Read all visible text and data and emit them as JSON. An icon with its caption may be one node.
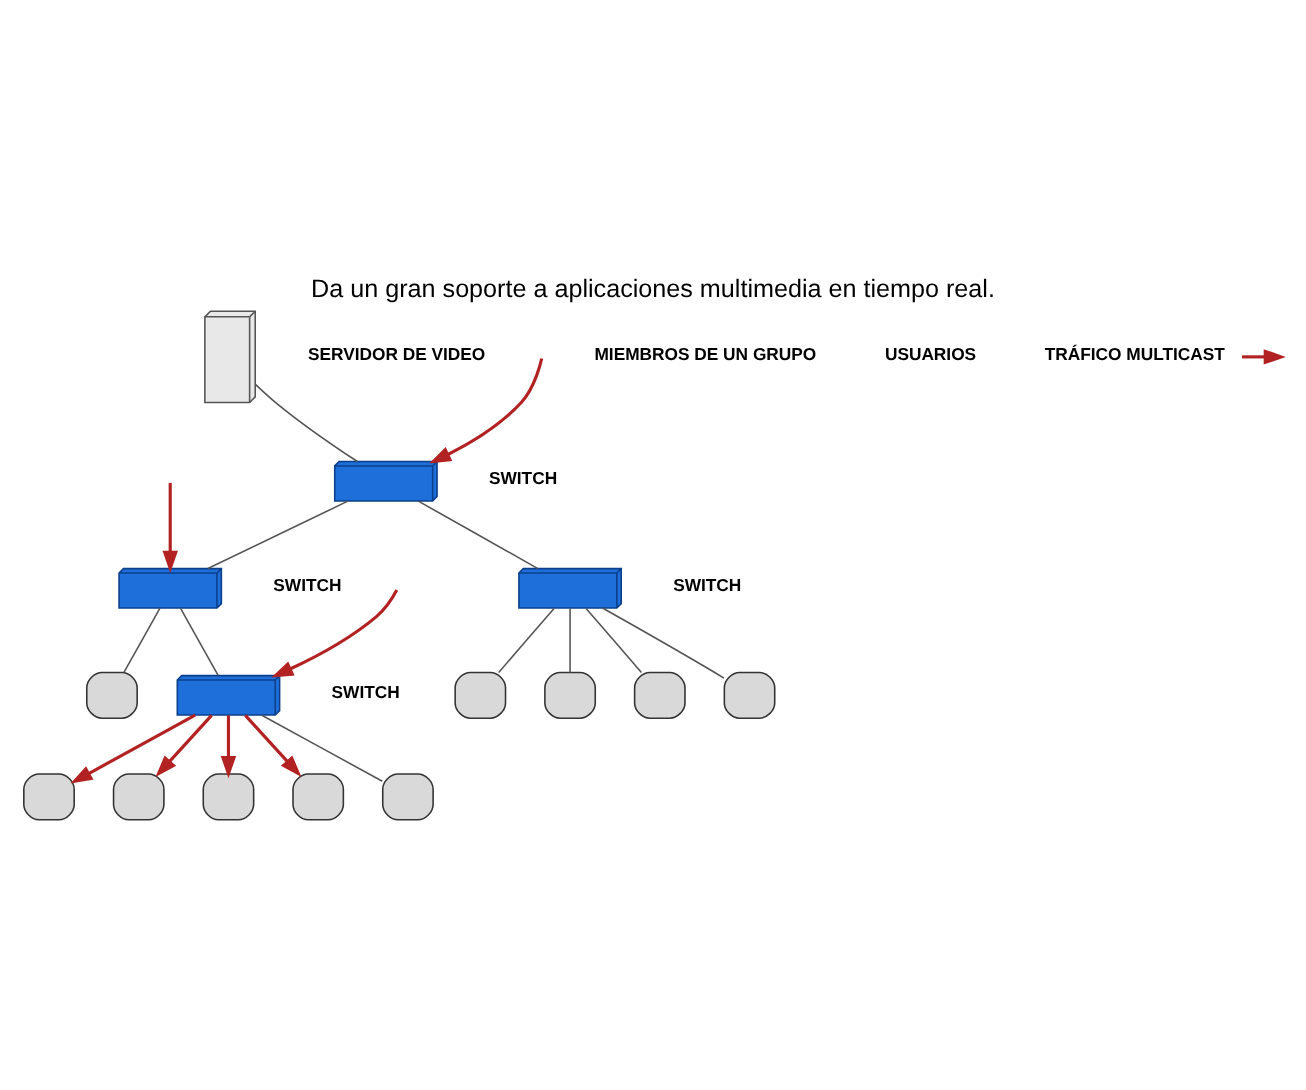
{
  "diagram": {
    "title": "Da un gran soporte a aplicaciones multimedia en tiempo real.",
    "nodes": [
      {
        "text": [],
        "shape": "server",
        "beside": [
          "SERVIDOR DE VIDEO"
        ]
      },
      {
        "text": [],
        "shape": "switch",
        "beside": [
          "SWITCH"
        ]
      },
      {
        "text": [],
        "shape": "switch",
        "beside": [
          "SWITCH"
        ]
      },
      {
        "text": [],
        "shape": "switch",
        "beside": [
          "SWITCH"
        ]
      },
      {
        "text": [],
        "shape": "switch",
        "beside": [
          "SWITCH"
        ]
      },
      {
        "text": [],
        "shape": "computer"
      },
      {
        "text": [],
        "shape": "computer"
      },
      {
        "text": [],
        "shape": "computer"
      },
      {
        "text": [],
        "shape": "computer"
      },
      {
        "text": [],
        "shape": "computer"
      },
      {
        "text": [],
        "shape": "computer"
      },
      {
        "text": [],
        "shape": "computer"
      },
      {
        "text": [],
        "shape": "computer"
      },
      {
        "text": [],
        "shape": "computer"
      },
      {
        "text": [],
        "shape": "computer"
      }
    ],
    "edges": [
      {
        "from": 0,
        "to": 1,
        "arrow": "none"
      },
      {
        "from": null,
        "to": 1,
        "arrow": "to",
        "color": "#b22222"
      },
      {
        "from": 1,
        "to": 2,
        "arrow": "none"
      },
      {
        "from": 1,
        "to": 3,
        "arrow": "none"
      },
      {
        "from": null,
        "to": 2,
        "arrow": "to",
        "color": "#b22222"
      },
      {
        "from": 2,
        "to": 4,
        "arrow": "none"
      },
      {
        "from": 2,
        "to": 9,
        "arrow": "none"
      },
      {
        "from": null,
        "to": 4,
        "arrow": "to",
        "color": "#b22222"
      },
      {
        "from": 3,
        "to": 11,
        "arrow": "none"
      },
      {
        "from": 3,
        "to": 12,
        "arrow": "none"
      },
      {
        "from": 3,
        "to": 13,
        "arrow": "none"
      },
      {
        "from": 3,
        "to": 14,
        "arrow": "none"
      },
      {
        "from": 4,
        "to": 5,
        "arrow": "to",
        "color": "#b22222"
      },
      {
        "from": 4,
        "to": 6,
        "arrow": "to",
        "color": "#b22222"
      },
      {
        "from": 4,
        "to": 7,
        "arrow": "to",
        "color": "#b22222"
      },
      {
        "from": 4,
        "to": 8,
        "arrow": "to",
        "color": "#b22222"
      },
      {
        "from": 4,
        "to": 10,
        "arrow": "none"
      }
    ],
    "labels": [
      "MIEMBROS DE UN GRUPO",
      "USUARIOS"
    ],
    "legend": [
      {
        "text": "TRÁFICO MULTICAST"
      }
    ]
  }
}
